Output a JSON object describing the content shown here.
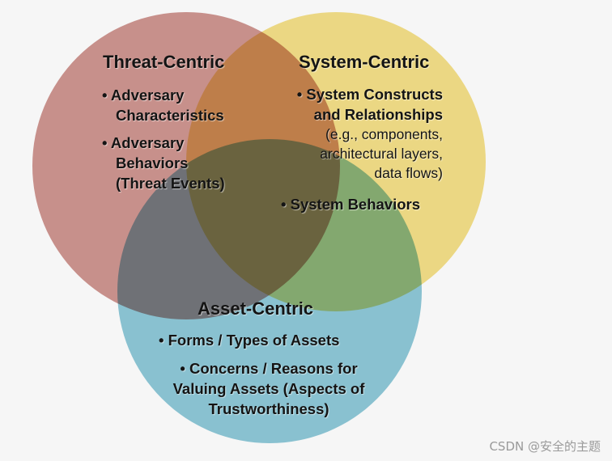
{
  "colors": {
    "threat": "#cf9590",
    "system": "#f4df88",
    "asset": "#8ec8d8",
    "background": "#f6f6f6"
  },
  "threat": {
    "title": "Threat-Centric",
    "b1_l1": "• Adversary",
    "b1_l2": "Characteristics",
    "b2_l1": "• Adversary",
    "b2_l2": "Behaviors",
    "b2_l3": "(Threat Events)"
  },
  "system": {
    "title": "System-Centric",
    "b1_l1": "• System Constructs",
    "b1_l2": "and Relationships",
    "b1_l3": "(e.g., components,",
    "b1_l4": "architectural layers,",
    "b1_l5": "data flows)",
    "b2": "• System Behaviors"
  },
  "asset": {
    "title": "Asset-Centric",
    "b1": "• Forms / Types of Assets",
    "b2_l1": "• Concerns / Reasons for",
    "b2_l2": "Valuing Assets (Aspects of",
    "b2_l3": "Trustworthiness)"
  },
  "watermark": "CSDN @安全的主题"
}
